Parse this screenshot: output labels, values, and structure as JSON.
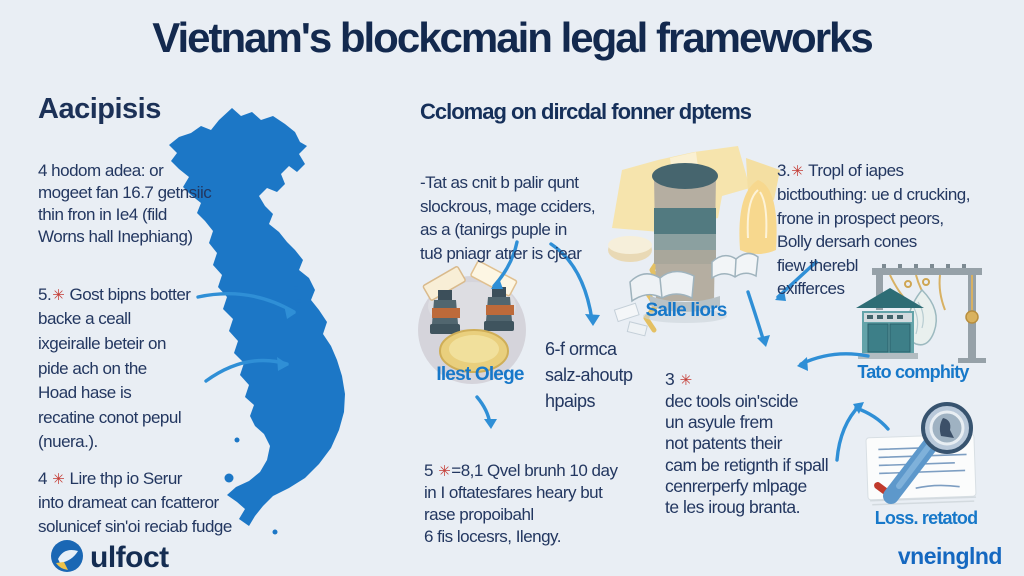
{
  "title": "Vietnam's blockcmain legal frameworks",
  "left_column": {
    "heading": "Aacipisis",
    "block1": {
      "text": "4 hodom adea: or\nmogeet fan 16.7 getnsiic\nthin fron in Ie4 (fild\nWorns hall Inephiang)"
    },
    "block2": {
      "num": "5.",
      "star": "✳",
      "text": " Gost bipns botter\nbacke a ceall\nixgeiralle beteir on\npide ach on the\nHoad hase is\nrecatine conot pepul\n(nuera.)."
    },
    "block3": {
      "num": "4 ",
      "star": "✳",
      "text": " Lire thp io Serur\ninto drameat can fcatteror\nsolunicef sin'oi reciab fudge"
    }
  },
  "middle_column": {
    "heading": "Cclomag on dircdal fonner dptems",
    "block1": {
      "text": "-Tat as cnit b palir qunt\nslockrous, mage cciders,\nas a (tanirgs puple in\ntu8 pniagr atrer is cjear"
    },
    "circle_label": "Ilest Olege",
    "block2": {
      "text": "6-f ormca\nsalz-ahoutp\nhpaips"
    },
    "block3": {
      "num": "5 ",
      "star": "✳",
      "text": "=8,1 Qvel brunh 10 day\nin I oftatesfares heary but\nrase propoibahl\n6 fis locesrs, Ilengy."
    },
    "gavel_label": "Salle liors"
  },
  "right_column": {
    "block1": {
      "num": "3.",
      "star": "✳",
      "text": " Tropl of iapes\nbictbouthing: ue d crucking,\nfrone in prospect peors,\nBolly dersarh cones\nfiew therebl\nexifferces"
    },
    "block2": {
      "num": "3 ",
      "star": "✳",
      "text": "\ndec tools oin'scide\nun asyule frem\nnot patents their\ncam be retignth if spall\ncenrerperfy mlpage\nte les iroug branta."
    },
    "building_label": "Tato comphity",
    "certificate_label": "Loss. retatod"
  },
  "footer": {
    "left_brand": "ulfoct",
    "right_brand": "vneinglnd"
  },
  "colors": {
    "background": "#e9eef4",
    "title_navy": "#13294e",
    "body_navy": "#233760",
    "label_blue": "#1778c9",
    "map_blue": "#1c77c6",
    "arrow_blue": "#2f8fd6",
    "star_red": "#c43c35",
    "brand_blue": "#1568c0"
  }
}
